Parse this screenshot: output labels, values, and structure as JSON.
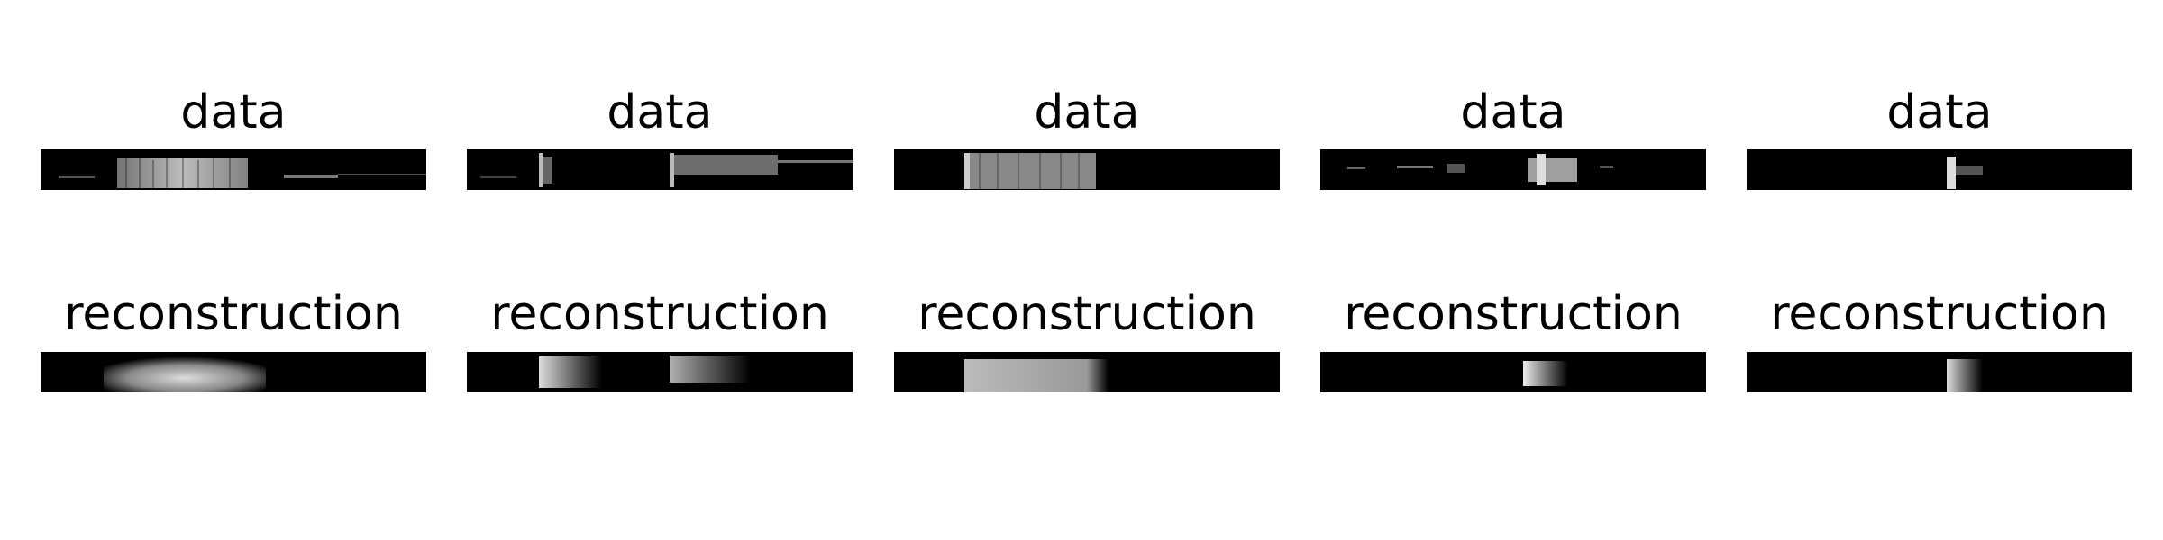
{
  "figure": {
    "rows": [
      {
        "title": "data",
        "kind": "data",
        "colors": {
          "background": "#000000",
          "signal": "#ffffff"
        }
      },
      {
        "title": "reconstruction",
        "kind": "reconstruction",
        "colors": {
          "background": "#000000",
          "signal": "#d8d8d8"
        }
      }
    ],
    "columns": 5
  }
}
